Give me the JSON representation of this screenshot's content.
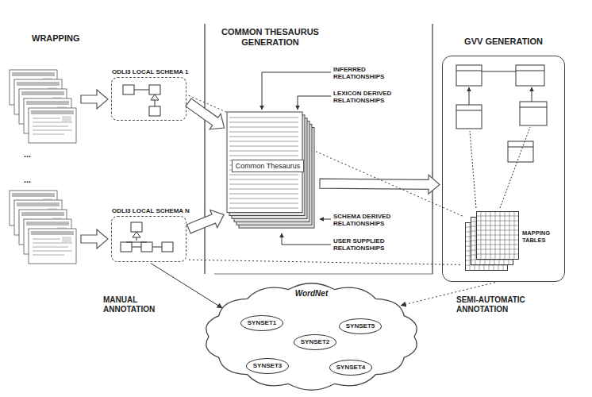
{
  "diagram": {
    "nodes": [
      {
        "text": [
          "ODLI3 LOCAL SCHEMA 1"
        ]
      },
      {
        "text": [
          "ODLI3 LOCAL SCHEMA N"
        ]
      },
      {
        "text": [
          "Common Thesaurus"
        ]
      },
      {
        "text": [
          "GVV GENERATION"
        ]
      },
      {
        "text": [
          "MAPPING TABLES"
        ],
        "in": 3
      },
      {
        "text": [
          "WordNet"
        ]
      },
      {
        "text": [
          "SYNSET1"
        ],
        "in": 5
      },
      {
        "text": [
          "SYNSET2"
        ],
        "in": 5
      },
      {
        "text": [
          "SYNSET3"
        ],
        "in": 5
      },
      {
        "text": [
          "SYNSET4"
        ],
        "in": 5
      },
      {
        "text": [
          "SYNSET5"
        ],
        "in": 5
      }
    ],
    "edges": [
      {
        "from": 0,
        "to": 2,
        "arrow": "to"
      },
      {
        "from": 1,
        "to": 2,
        "arrow": "to"
      },
      {
        "from": 2,
        "to": 3,
        "arrow": "to"
      },
      {
        "from": 0,
        "to": 4,
        "arrow": "none"
      },
      {
        "from": 1,
        "to": 4,
        "arrow": "none"
      },
      {
        "from": 1,
        "to": 5,
        "arrow": "to"
      },
      {
        "from": 3,
        "to": 5,
        "arrow": "to"
      }
    ],
    "labels": [
      "WRAPPING",
      "COMMON THESAURUS GENERATION",
      "...",
      "...",
      "INFERRED RELATIONSHIPS",
      "LEXICON DERIVED RELATIONSHIPS",
      "SCHEMA DERIVED RELATIONSHIPS",
      "USER SUPPLIED RELATIONSHIPS",
      "MANUAL ANNOTATION",
      "SEMI-AUTOMATIC ANNOTATION"
    ]
  }
}
